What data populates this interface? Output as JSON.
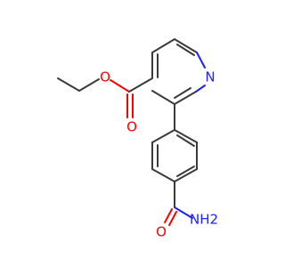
{
  "molecule": {
    "atoms": {
      "ester_o_single": "O",
      "ester_o_double": "O",
      "pyridine_n": "N",
      "amide_o": "O",
      "amide_nh2": "NH2"
    },
    "colors": {
      "bond": "#3a3a3a",
      "oxygen": "#ff0000",
      "nitrogen": "#1f1fff",
      "background": "#ffffff"
    }
  }
}
